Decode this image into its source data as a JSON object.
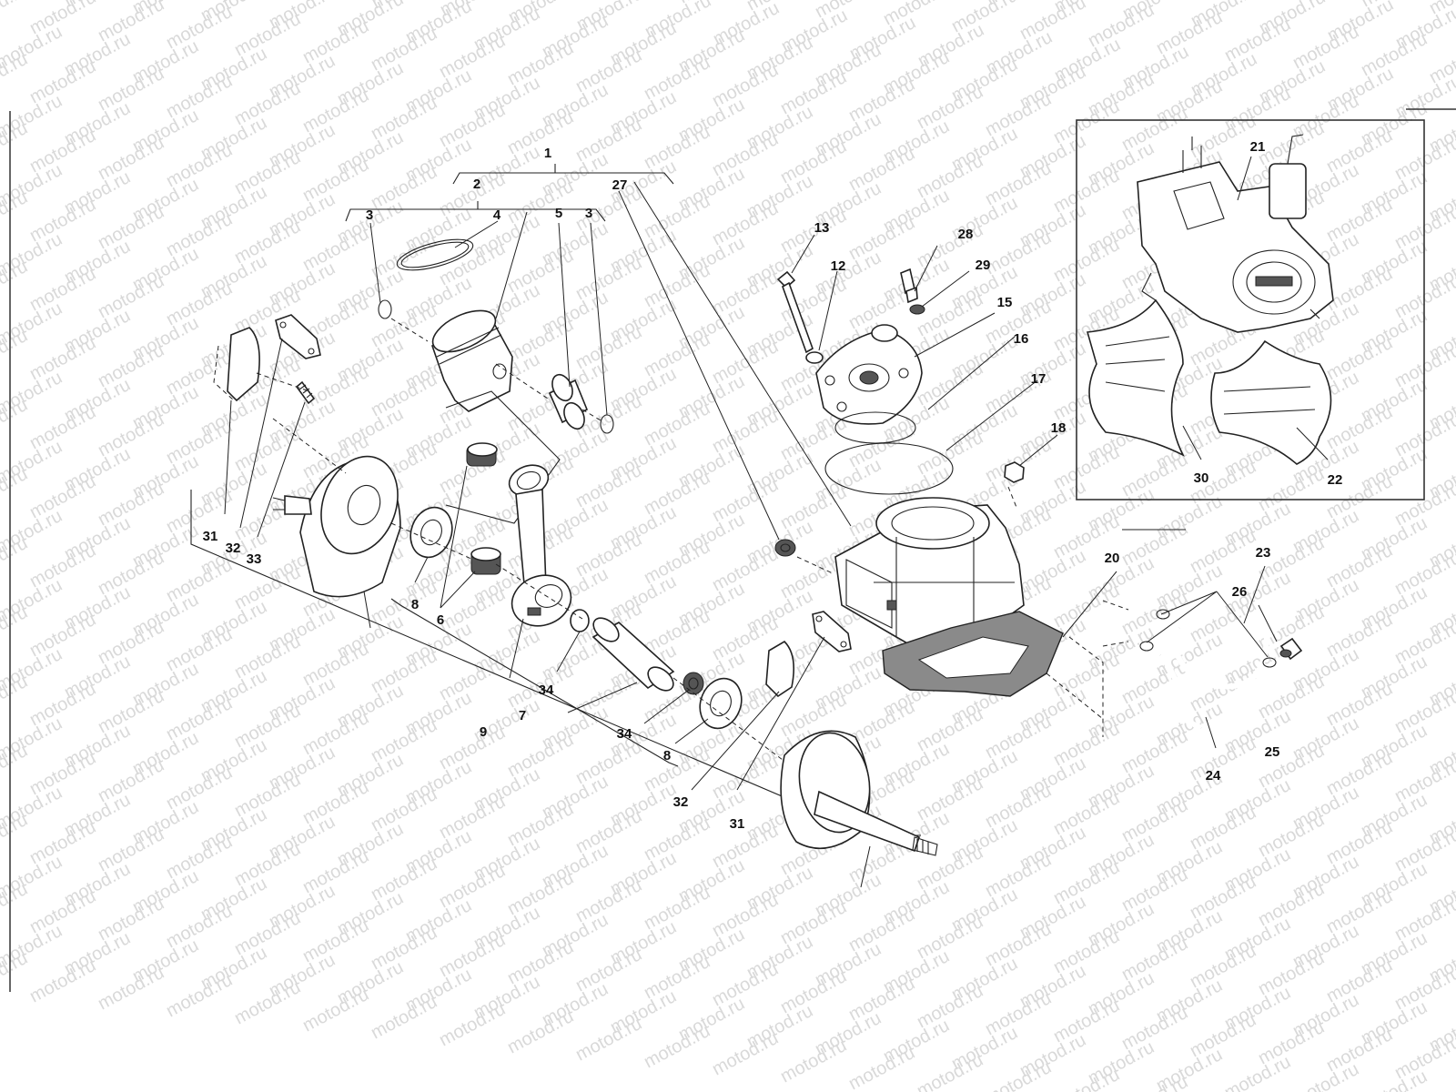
{
  "watermark": {
    "text": "motod.ru"
  },
  "callouts": {
    "c1": "1",
    "c2": "2",
    "c3a": "3",
    "c3b": "3",
    "c4": "4",
    "c5": "5",
    "c6": "6",
    "c7": "7",
    "c8a": "8",
    "c8b": "8",
    "c9": "9",
    "c12": "12",
    "c13": "13",
    "c15": "15",
    "c16": "16",
    "c17": "17",
    "c18": "18",
    "c20": "20",
    "c21": "21",
    "c22": "22",
    "c23": "23",
    "c24": "24",
    "c25": "25",
    "c26": "26",
    "c27": "27",
    "c28": "28",
    "c29": "29",
    "c30": "30",
    "c31a": "31",
    "c31b": "31",
    "c32a": "32",
    "c32b": "32",
    "c33": "33",
    "c34a": "34",
    "c34b": "34"
  },
  "colors": {
    "line": "#222222",
    "watermark": "#d9d9d9",
    "background": "#ffffff"
  }
}
